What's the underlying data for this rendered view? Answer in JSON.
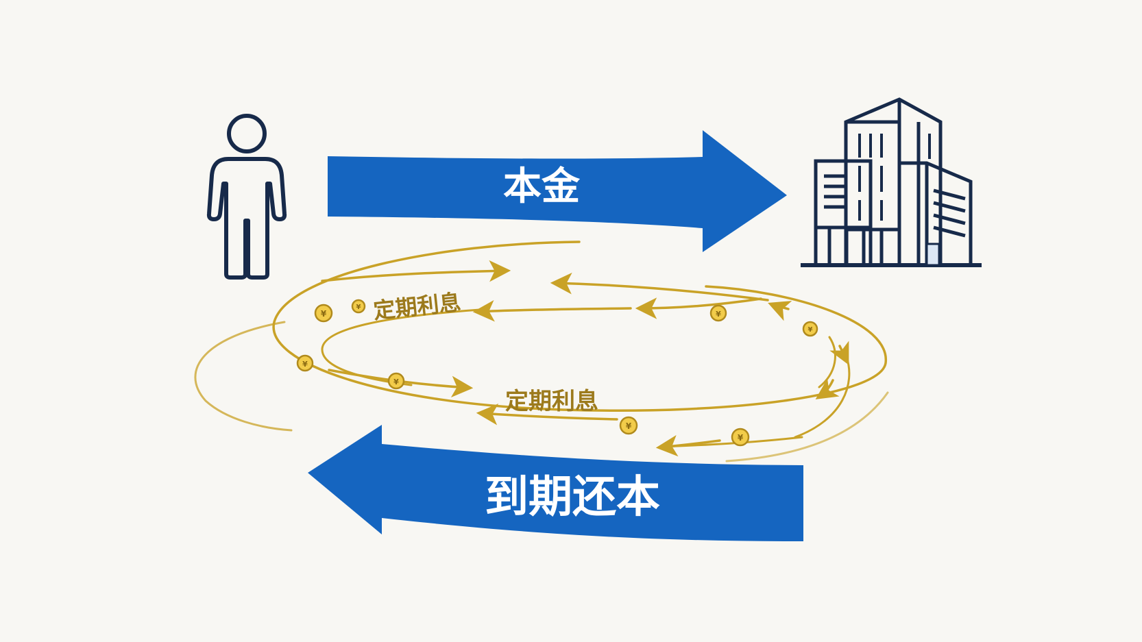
{
  "colors": {
    "background": "#f8f7f3",
    "blue_arrow": "#1565c0",
    "navy_icon": "#172a4a",
    "gold": "#c9a227",
    "coin_fill": "#f2cc4a"
  },
  "icons": {
    "person": "person-icon",
    "building": "building-icon",
    "coin": "coin-icon"
  },
  "arrows": {
    "principal_label": "本金",
    "repayment_label": "到期还本"
  },
  "interest": {
    "upper_label": "定期利息",
    "lower_label": "定期利息",
    "coin_symbol": "¥"
  }
}
